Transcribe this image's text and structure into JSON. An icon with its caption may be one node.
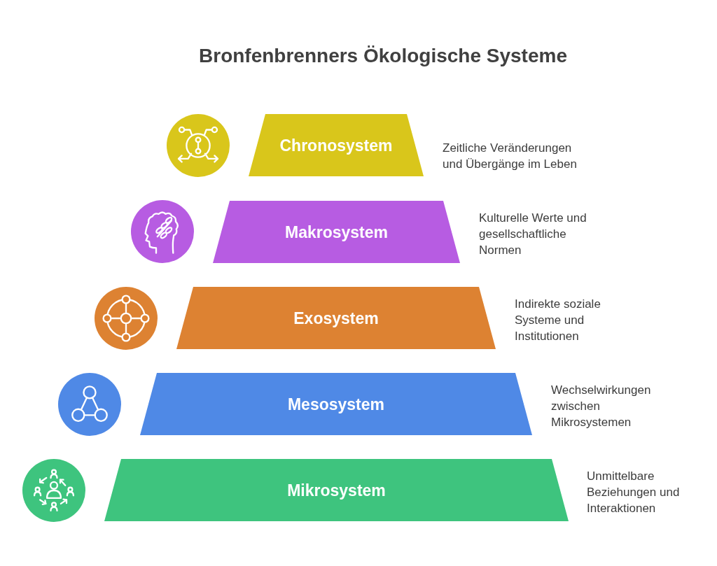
{
  "diagram": {
    "title": "Bronfenbrenners Ökologische Systeme",
    "nodes": [
      {
        "text": [
          "Chronosystem"
        ],
        "beside": [
          "Zeitliche Veränderungen und Übergänge im Leben"
        ]
      },
      {
        "text": [
          "Makrosystem"
        ],
        "beside": [
          "Kulturelle Werte und gesellschaftliche Normen"
        ]
      },
      {
        "text": [
          "Exosystem"
        ],
        "beside": [
          "Indirekte soziale Systeme und Institutionen"
        ]
      },
      {
        "text": [
          "Mesosystem"
        ],
        "beside": [
          "Wechselwirkungen zwischen Mikrosystemen"
        ]
      },
      {
        "text": [
          "Mikrosystem"
        ],
        "beside": [
          "Unmittelbare Beziehungen und Interaktionen"
        ]
      }
    ]
  }
}
